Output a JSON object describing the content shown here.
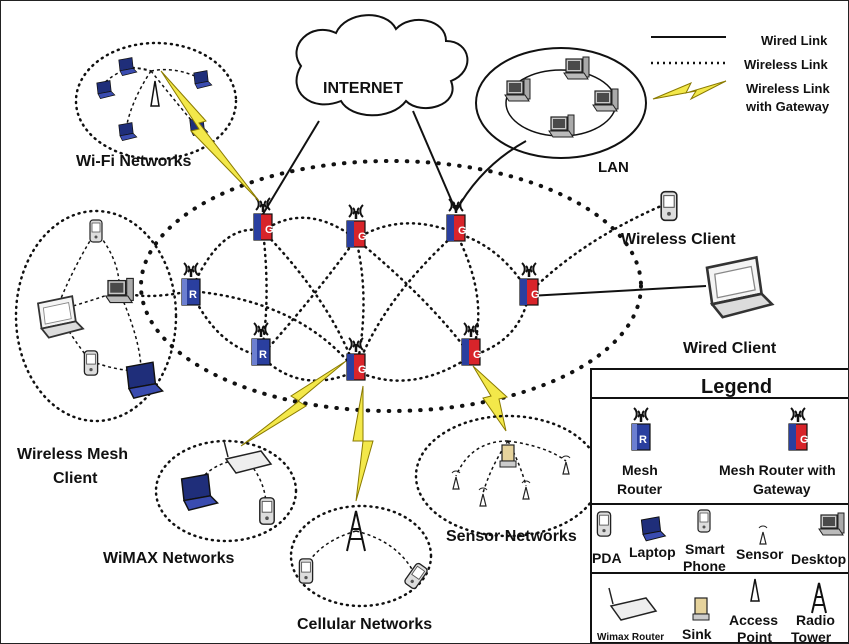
{
  "legend_lines": {
    "wired": "Wired Link",
    "wireless": "Wireless Link",
    "gateway_1": "Wireless Link",
    "gateway_2": "with Gateway"
  },
  "clouds": {
    "internet": "INTERNET",
    "lan": "LAN"
  },
  "network_labels": {
    "wifi": "Wi-Fi Networks",
    "wireless_client": "Wireless Client",
    "wired_client": "Wired Client",
    "wmc_1": "Wireless Mesh",
    "wmc_2": "Client",
    "wimax": "WiMAX Networks",
    "cellular": "Cellular Networks",
    "sensor": "Sensor Networks"
  },
  "router_letters": {
    "mesh": "R",
    "gateway": "G"
  },
  "legend": {
    "title": "Legend",
    "mesh_router_1": "Mesh",
    "mesh_router_2": "Router",
    "gw_router_1": "Mesh Router with",
    "gw_router_2": "Gateway",
    "pda": "PDA",
    "laptop": "Laptop",
    "smart_1": "Smart",
    "smart_2": "Phone",
    "sensor": "Sensor",
    "desktop": "Desktop",
    "wimax_router": "Wimax Router",
    "sink": "Sink",
    "ap_1": "Access",
    "ap_2": "Point",
    "radio_1": "Radio",
    "radio_2": "Tower"
  },
  "colors": {
    "router_red": "#d8242a",
    "router_blue": "#2a3f9f",
    "laptop_blue": "#1f2e7a",
    "bolt_yellow": "#f3e84a",
    "bolt_stroke": "#8a7a00"
  }
}
